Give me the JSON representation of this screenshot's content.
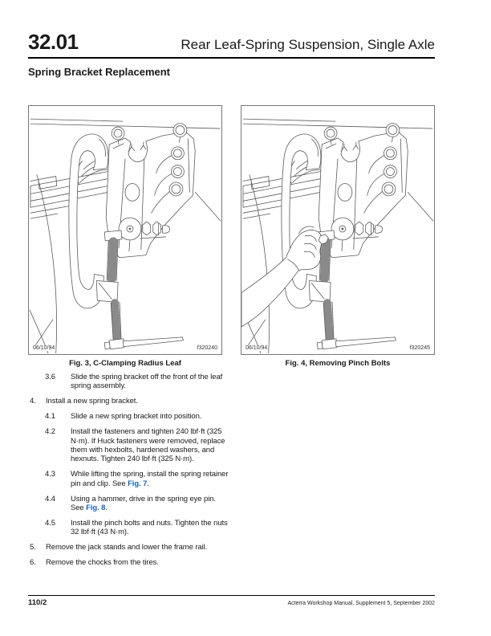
{
  "header": {
    "section_number": "32.01",
    "section_title": "Rear Leaf-Spring Suspension, Single Axle",
    "subtitle": "Spring Bracket Replacement"
  },
  "figures": [
    {
      "date": "06/10/94",
      "code": "f320240",
      "caption": "Fig. 3, C-Clamping Radius Leaf",
      "illustration": "c-clamp-on-radius-leaf-spring-bracket"
    },
    {
      "date": "06/10/94",
      "code": "f320245",
      "caption": "Fig. 4, Removing Pinch Bolts",
      "illustration": "hand-removing-pinch-bolt-from-clamped-spring-bracket"
    }
  ],
  "instructions": {
    "steps": [
      {
        "num": "3.6",
        "level": 2,
        "parts": [
          {
            "text": "Slide the spring bracket off the front of the leaf spring assembly."
          }
        ]
      },
      {
        "num": "4.",
        "level": 1,
        "parts": [
          {
            "text": "Install a new spring bracket."
          }
        ]
      },
      {
        "num": "4.1",
        "level": 2,
        "parts": [
          {
            "text": "Slide a new spring bracket into position."
          }
        ]
      },
      {
        "num": "4.2",
        "level": 2,
        "parts": [
          {
            "text": "Install the fasteners and tighten 240 lbf·ft (325 N·m). If Huck fasteners were removed, replace them with hexbolts, hardened washers, and hexnuts. Tighten 240 lbf·ft (325 N·m)."
          }
        ]
      },
      {
        "num": "4.3",
        "level": 2,
        "parts": [
          {
            "text": "While lifting the spring, install the spring retainer pin and clip. See "
          },
          {
            "text": "Fig. 7",
            "link": true
          },
          {
            "text": "."
          }
        ]
      },
      {
        "num": "4.4",
        "level": 2,
        "parts": [
          {
            "text": "Using a hammer, drive in the spring eye pin. See "
          },
          {
            "text": "Fig. 8",
            "link": true
          },
          {
            "text": "."
          }
        ]
      },
      {
        "num": "4.5",
        "level": 2,
        "parts": [
          {
            "text": "Install the pinch bolts and nuts. Tighten the nuts 32 lbf·ft (43 N·m)."
          }
        ]
      },
      {
        "num": "5.",
        "level": 1,
        "parts": [
          {
            "text": "Remove the jack stands and lower the frame rail."
          }
        ]
      },
      {
        "num": "6.",
        "level": 1,
        "parts": [
          {
            "text": "Remove the chocks from the tires."
          }
        ]
      }
    ]
  },
  "footer": {
    "page_number": "110/2",
    "manual_title": "Acterra Workshop Manual, Supplement 5, September 2002"
  },
  "colors": {
    "link": "#1565c0",
    "text": "#1a1a1a",
    "line_art": "#5a5a5a"
  }
}
